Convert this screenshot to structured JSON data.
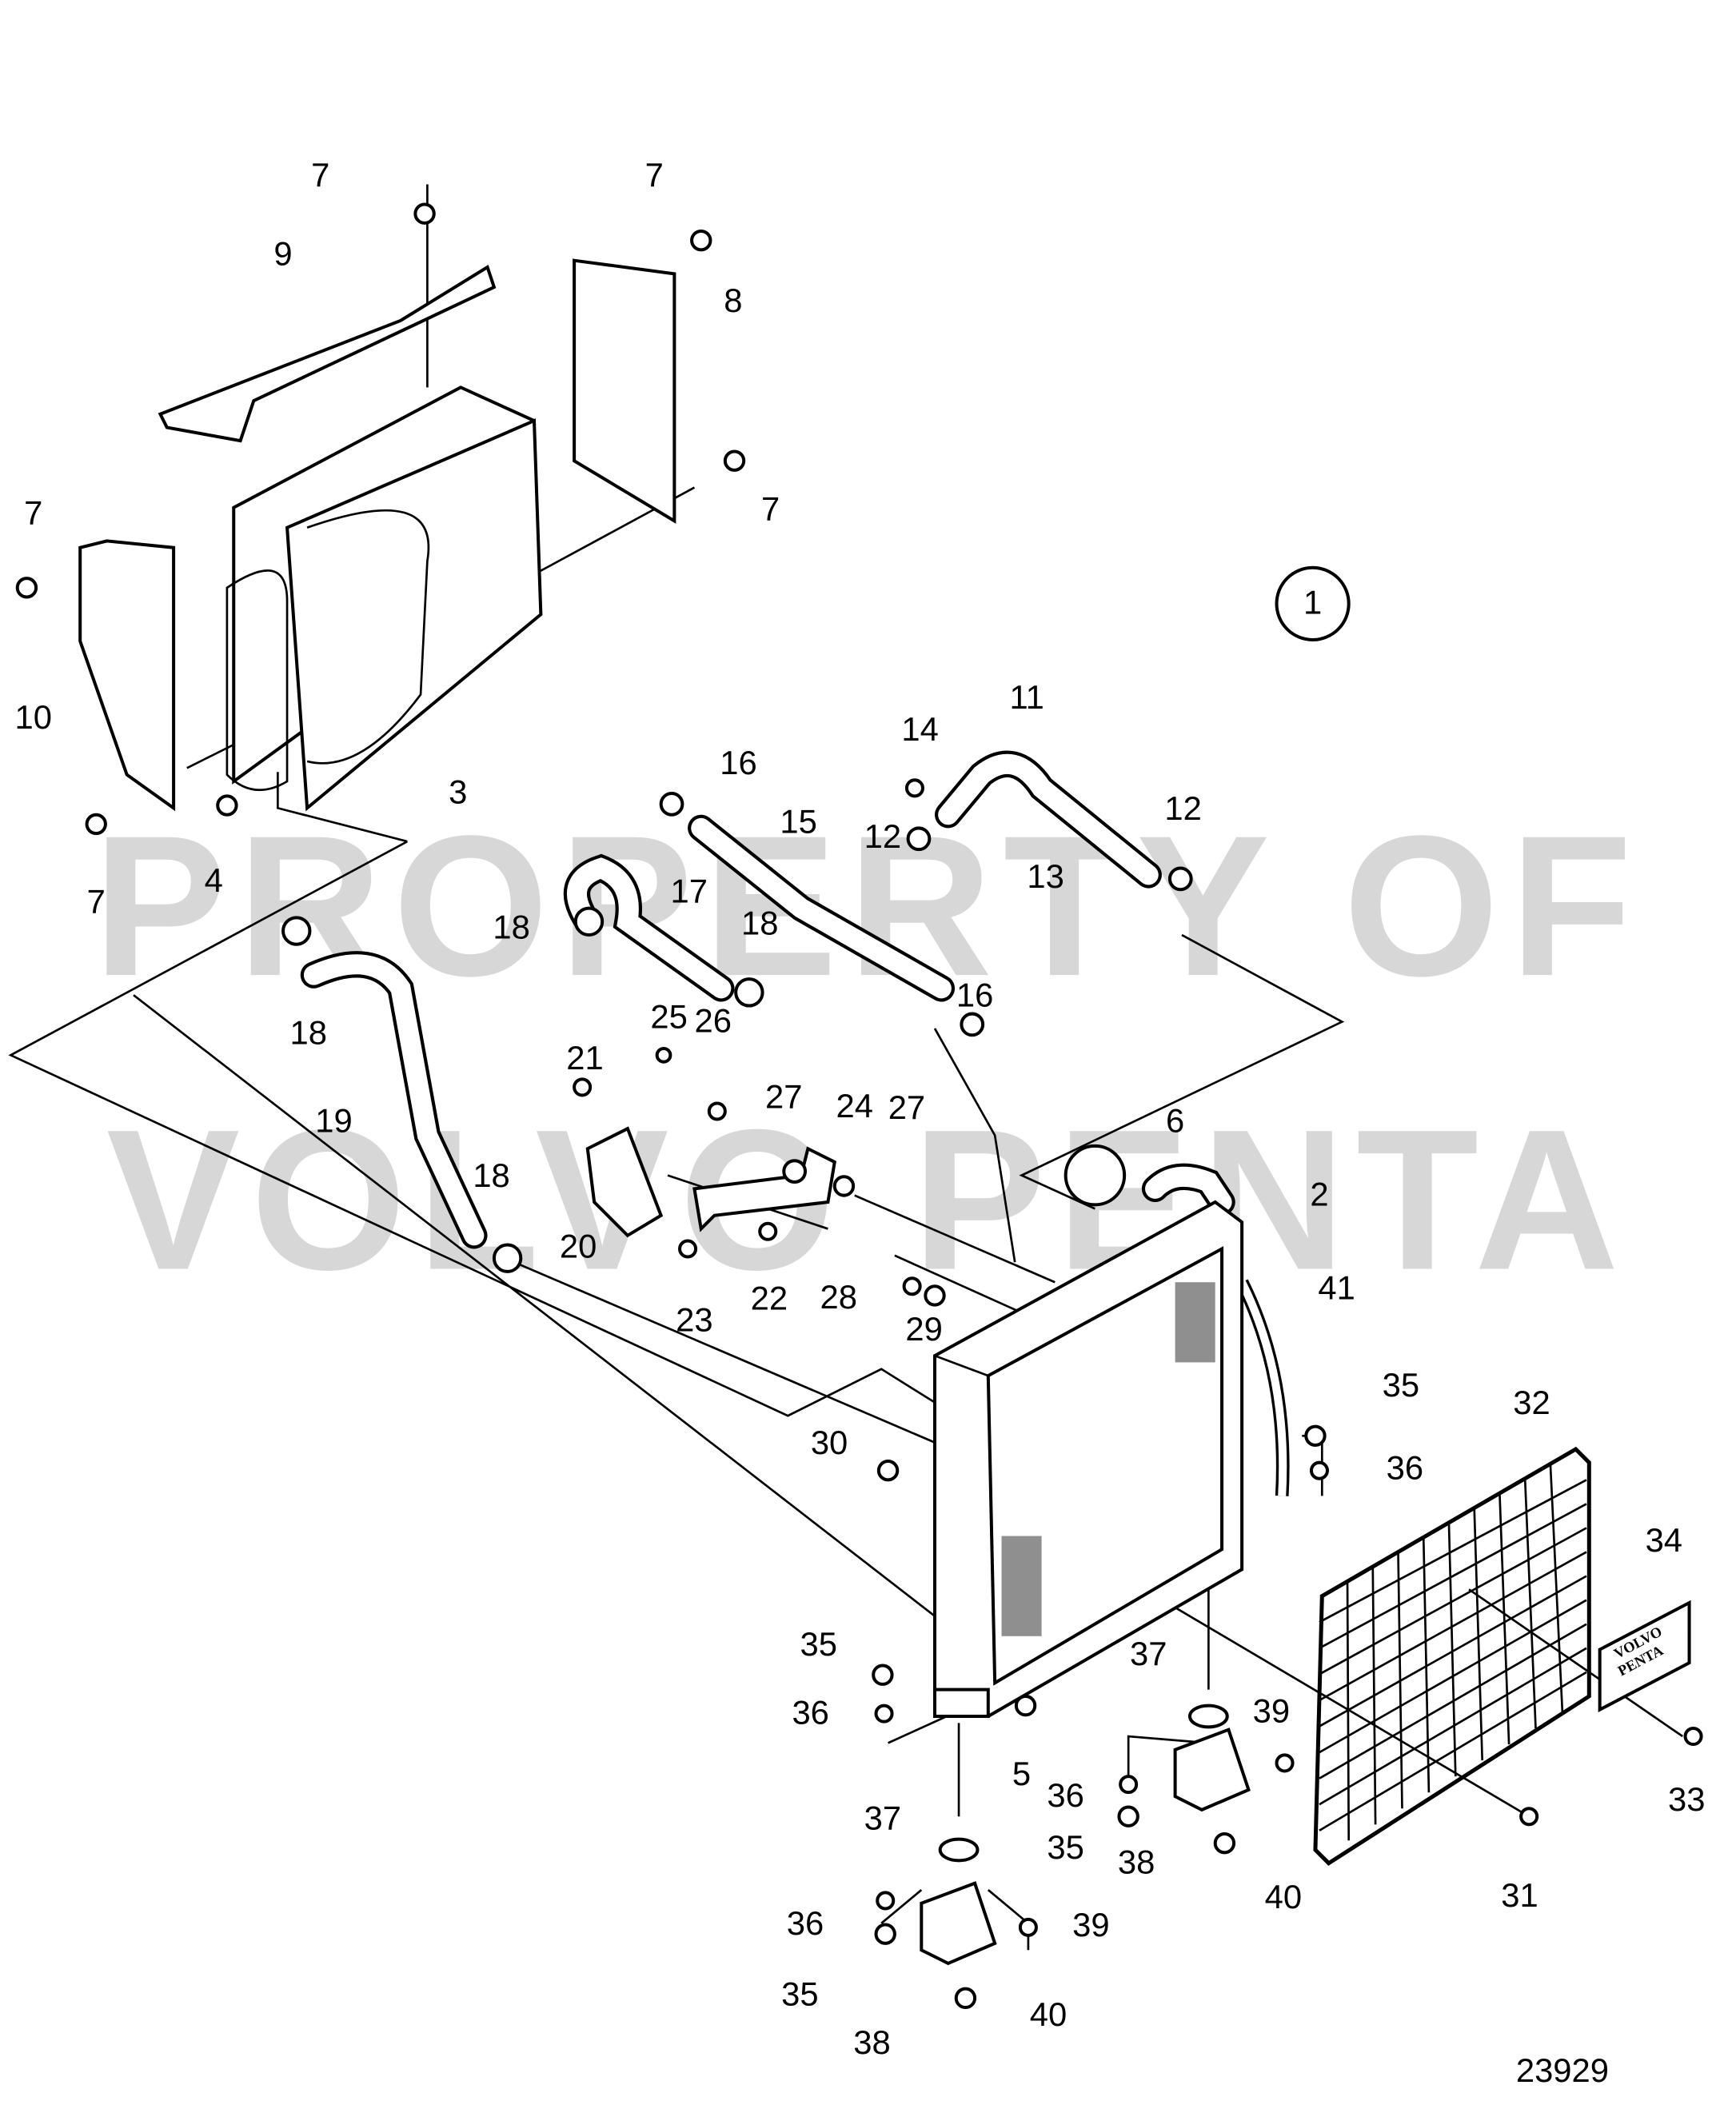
{
  "title": "Radiator and shroud exploded parts diagram",
  "group_marker": "1",
  "drawing_number": "23929",
  "watermark": {
    "line1": "PROPERTY OF",
    "line2": "VOLVO PENTA"
  },
  "plate_text": {
    "line1": "VOLVO",
    "line2": "PENTA"
  },
  "callouts": [
    "7",
    "7",
    "9",
    "8",
    "7",
    "7",
    "10",
    "3",
    "4",
    "7",
    "11",
    "14",
    "16",
    "15",
    "12",
    "13",
    "12",
    "18",
    "17",
    "18",
    "16",
    "18",
    "25",
    "26",
    "21",
    "27",
    "24",
    "27",
    "6",
    "19",
    "18",
    "2",
    "20",
    "23",
    "22",
    "28",
    "29",
    "41",
    "35",
    "36",
    "32",
    "30",
    "34",
    "37",
    "35",
    "39",
    "36",
    "5",
    "33",
    "36",
    "35",
    "38",
    "40",
    "31",
    "37",
    "36",
    "39",
    "35",
    "38",
    "40"
  ]
}
